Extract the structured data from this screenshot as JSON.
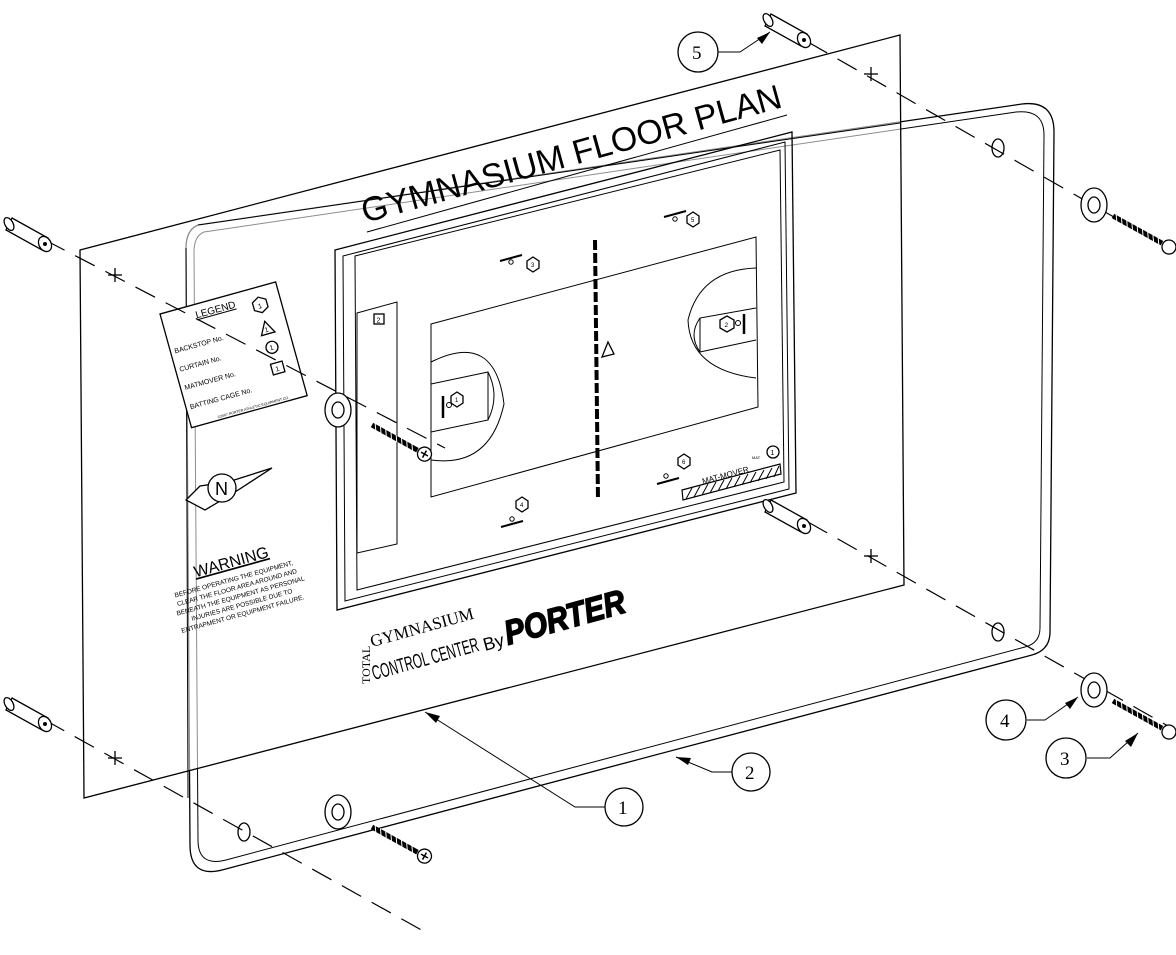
{
  "panel": {
    "title": "GYMNASIUM FLOOR PLAN",
    "legend_title": "LEGEND",
    "legend_items": [
      "BACKSTOP No.",
      "CURTAIN No.",
      "MATMOVER No.",
      "BATTING CAGE No."
    ],
    "legend_symbols": [
      "1",
      "1",
      "1",
      "1"
    ],
    "copyright": "©2007 PORTER ATHLETIC EQUIPMENT CO.",
    "compass_letter": "N",
    "warning_title": "WARNING",
    "warning_lines": [
      "BEFORE OPERATING THE EQUIPMENT,",
      "CLEAR THE FLOOR AREA AROUND AND",
      "BENEATH THE EQUIPMENT AS PERSONAL",
      "INJURIES ARE POSSIBLE DUE TO",
      "ENTRAPMENT OR EQUIPMENT FAILURE."
    ],
    "brand_total": "TOTAL",
    "brand_gymnasium": "GYMNASIUM",
    "brand_control_center": "CONTROL CENTER",
    "brand_by": "By",
    "brand_logo": "PORTER",
    "mat_mover_label": "MAT-MOVER",
    "mat_label_small": "MAT"
  },
  "floor_markers": {
    "cage": "2",
    "backstop_1": "1",
    "backstop_2": "2",
    "backstop_3": "3",
    "backstop_4": "4",
    "backstop_5": "5",
    "backstop_6": "6",
    "curtain": "1",
    "matmover": "1"
  },
  "callouts": [
    "1",
    "2",
    "3",
    "4",
    "5"
  ],
  "colors": {
    "line": "#000000",
    "background": "#ffffff"
  }
}
